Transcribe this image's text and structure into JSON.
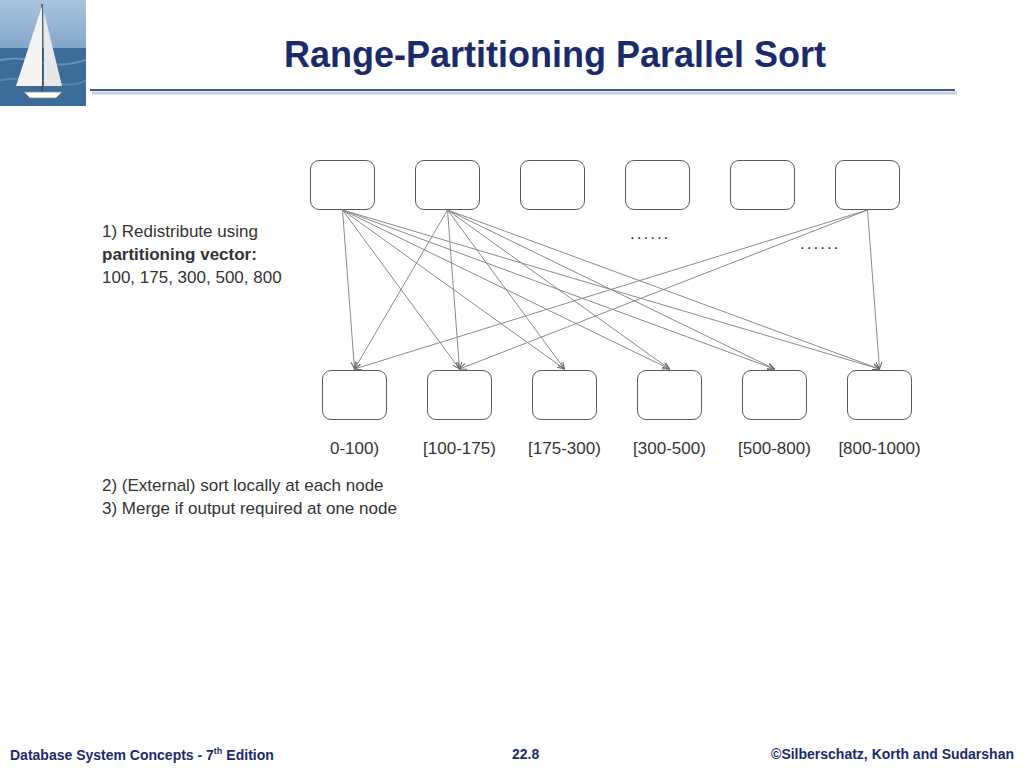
{
  "diagram": {
    "title": "Range-Partitioning Parallel Sort",
    "nodes": [
      {
        "text": []
      },
      {
        "text": []
      },
      {
        "text": []
      },
      {
        "text": []
      },
      {
        "text": []
      },
      {
        "text": []
      },
      {
        "text": [
          "0-100)"
        ]
      },
      {
        "text": [
          "[100-175)"
        ]
      },
      {
        "text": [
          "[175-300)"
        ]
      },
      {
        "text": [
          "[300-500)"
        ]
      },
      {
        "text": [
          "[500-800)"
        ]
      },
      {
        "text": [
          "[800-1000)"
        ]
      }
    ],
    "edges": [
      {
        "from": 0,
        "to": 6,
        "arrow": "to"
      },
      {
        "from": 0,
        "to": 7,
        "arrow": "to"
      },
      {
        "from": 0,
        "to": 8,
        "arrow": "to"
      },
      {
        "from": 0,
        "to": 9,
        "arrow": "to"
      },
      {
        "from": 0,
        "to": 10,
        "arrow": "to"
      },
      {
        "from": 0,
        "to": 11,
        "arrow": "to"
      },
      {
        "from": 1,
        "to": 6,
        "arrow": "to"
      },
      {
        "from": 1,
        "to": 7,
        "arrow": "to"
      },
      {
        "from": 1,
        "to": 8,
        "arrow": "to"
      },
      {
        "from": 1,
        "to": 9,
        "arrow": "to"
      },
      {
        "from": 1,
        "to": 10,
        "arrow": "to"
      },
      {
        "from": 1,
        "to": 11,
        "arrow": "to"
      },
      {
        "from": 5,
        "to": 6,
        "arrow": "to"
      },
      {
        "from": 5,
        "to": 7,
        "arrow": "to"
      },
      {
        "from": 5,
        "to": 11,
        "arrow": "to"
      }
    ],
    "labels": [
      "1) Redistribute using",
      "partitioning vector:",
      "100, 175, 300, 500, 800",
      "......",
      "......",
      "2) (External) sort locally at each node",
      "3) Merge if output required at one node",
      "Database System Concepts - 7",
      "th",
      "Edition",
      "22.8",
      "©Silberschatz, Korth and Sudarshan"
    ]
  }
}
